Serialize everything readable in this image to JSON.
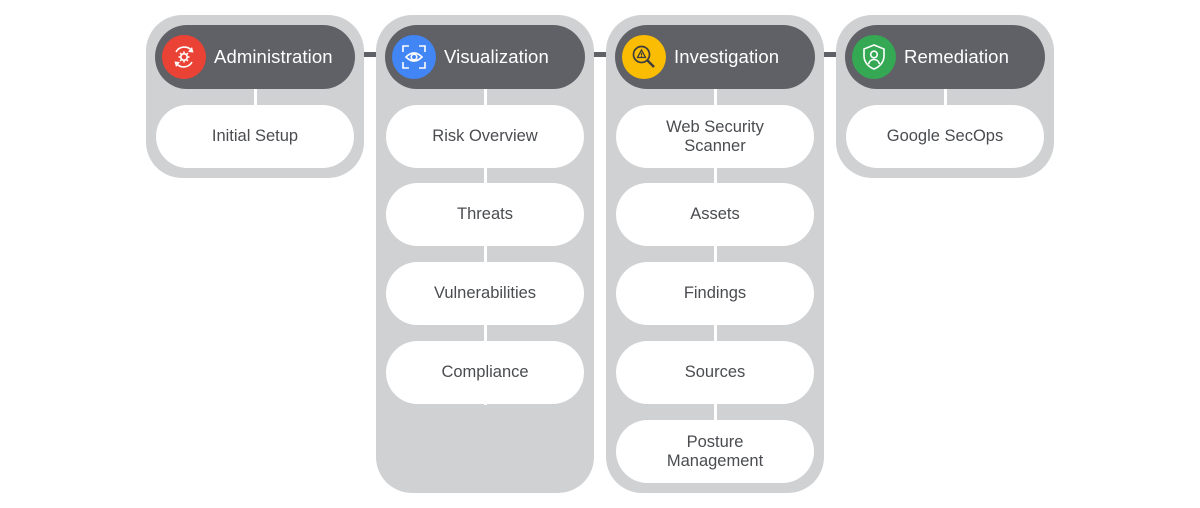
{
  "colors": {
    "column_bg": "#d0d1d3",
    "header_bg": "#5f6166",
    "connector": "#5f6166",
    "item_bg": "#ffffff",
    "item_text": "#4a4c50",
    "header_text": "#ffffff"
  },
  "columns": [
    {
      "title": "Administration",
      "icon": "settings-sync-icon",
      "icon_color": "#ea4335",
      "items": [
        "Initial Setup"
      ]
    },
    {
      "title": "Visualization",
      "icon": "eye-focus-icon",
      "icon_color": "#4285f4",
      "items": [
        "Risk Overview",
        "Threats",
        "Vulnerabilities",
        "Compliance"
      ]
    },
    {
      "title": "Investigation",
      "icon": "search-warning-icon",
      "icon_color": "#fbbc04",
      "items": [
        "Web Security Scanner",
        "Assets",
        "Findings",
        "Sources",
        "Posture Management"
      ]
    },
    {
      "title": "Remediation",
      "icon": "shield-user-icon",
      "icon_color": "#34a853",
      "items": [
        "Google SecOps"
      ]
    }
  ]
}
